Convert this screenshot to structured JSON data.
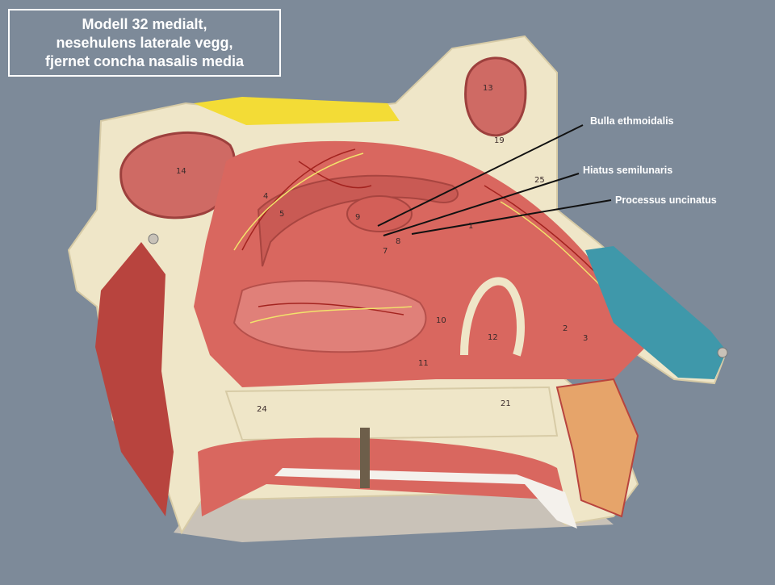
{
  "title": {
    "line1": "Modell 32 medialt,",
    "line2": "nesehulens laterale vegg,",
    "line3": "fjernet concha nasalis media"
  },
  "labels": {
    "bulla": "Bulla ethmoidalis",
    "hiatus": "Hiatus semilunaris",
    "processus": "Processus uncinatus"
  },
  "model_numbers": {
    "n14": "14",
    "n13": "13",
    "n19": "19",
    "n25": "25",
    "n4": "4",
    "n5": "5",
    "n9": "9",
    "n7": "7",
    "n8": "8",
    "n1": "1",
    "n10": "10",
    "n12": "12",
    "n11": "11",
    "n2": "2",
    "n3": "3",
    "n24": "24",
    "n21": "21"
  },
  "colors": {
    "background": "#7d8a99",
    "bone": "#efe6c8",
    "mucosa": "#d9675f",
    "muscle": "#b8443e",
    "nerve": "#f2e36b",
    "cartilage_blue": "#3f98aa"
  }
}
